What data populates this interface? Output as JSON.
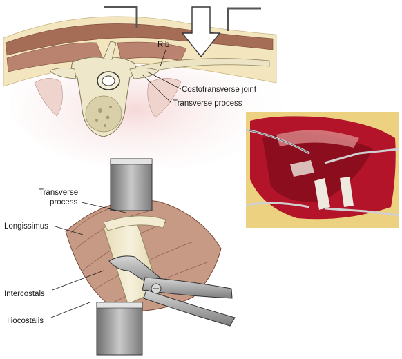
{
  "labels": {
    "rib": "Rib",
    "costotransverse_joint": "Costotransverse joint",
    "transverse_process_top": "Transverse process",
    "transverse_process_bottom_line1": "Transverse",
    "transverse_process_bottom_line2": "process",
    "longissimus": "Longissimus",
    "intercostals": "Intercostals",
    "iliocostalis": "Iliocostalis"
  },
  "colors": {
    "muscle": "#b5836d",
    "fat": "#f2e2b8",
    "bone": "#efe7c9",
    "retractor": "#8e8e8e",
    "photo_tissue": "#b3142a",
    "photo_fat": "#e8c96a"
  },
  "icons": {
    "arrow": "down-arrow-icon",
    "rongeur": "rongeur-instrument-icon"
  }
}
